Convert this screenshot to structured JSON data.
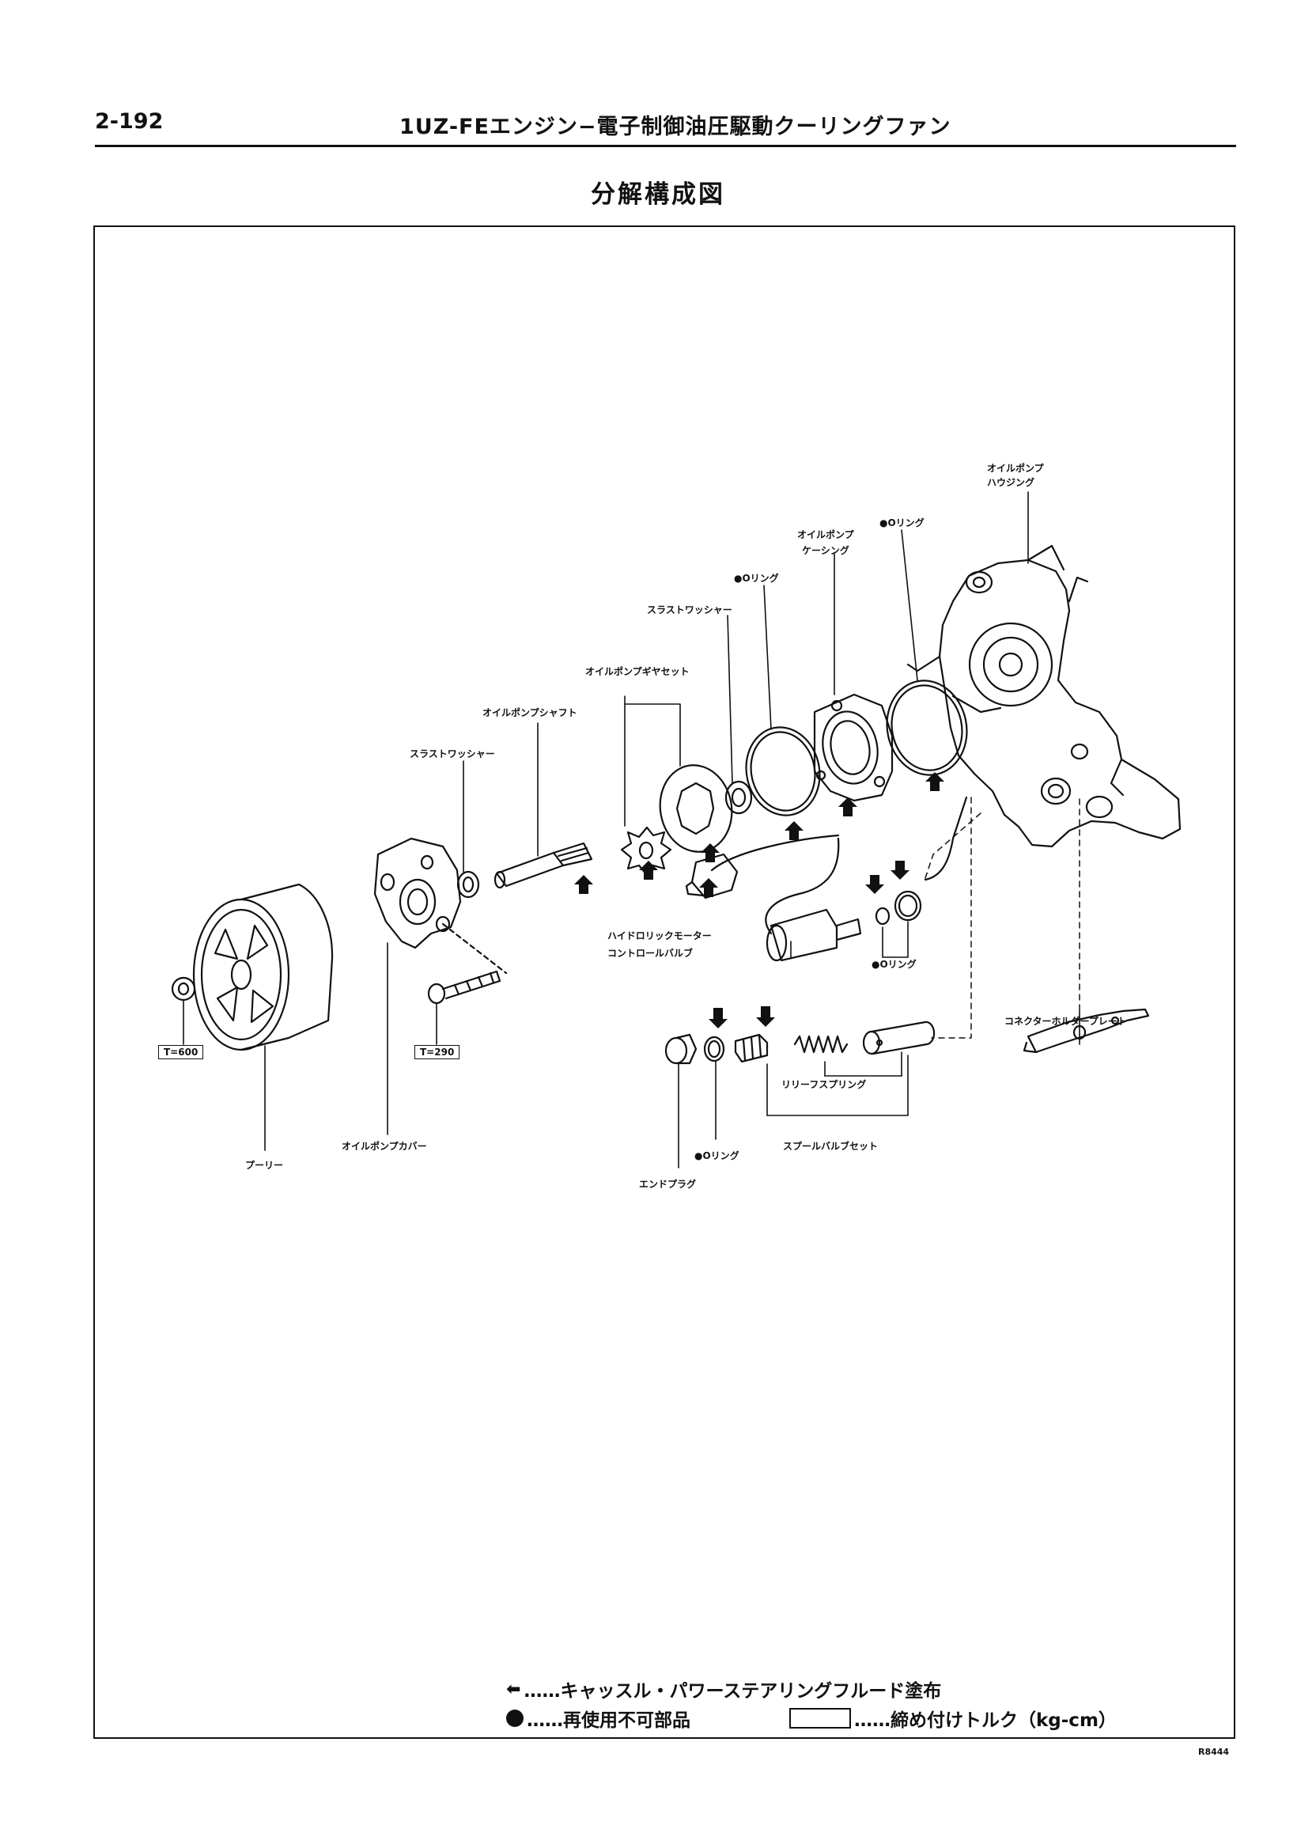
{
  "header": {
    "page_number": "2-192",
    "title": "1UZ-FEエンジン−電子制御油圧駆動クーリングファン"
  },
  "diagram": {
    "title": "分解構成図",
    "figure_id": "R8444",
    "parts": {
      "oil_pump_housing": "オイルポンプ\nハウジング",
      "o_ring_top": "●Oリング",
      "oil_pump_casing": "オイルポンプ\nケーシング",
      "o_ring_mid": "●Oリング",
      "thrust_washer_right": "スラストワッシャー",
      "oil_pump_gear_set": "オイルポンプギヤセット",
      "oil_pump_shaft": "オイルポンプシャフト",
      "thrust_washer_left": "スラストワッシャー",
      "hydraulic_motor_valve": "ハイドロリックモーター\nコントロールバルブ",
      "o_ring_valve": "●Oリング",
      "connector_holder_plate": "コネクターホルダープレート",
      "relief_spring": "リリーフスプリング",
      "spool_valve_set": "スプールバルブセット",
      "o_ring_plug": "●Oリング",
      "end_plug": "エンドプラグ",
      "oil_pump_cover": "オイルポンプカバー",
      "pulley": "プーリー"
    },
    "torques": {
      "pulley_nut": "T=600",
      "cover_bolt": "T=290"
    }
  },
  "legend": {
    "fluid_text": "……キャッスル・パワーステアリングフルード塗布",
    "non_reusable_text": "……再使用不可部品",
    "torque_text": "……締め付けトルク（kg-cm）"
  }
}
